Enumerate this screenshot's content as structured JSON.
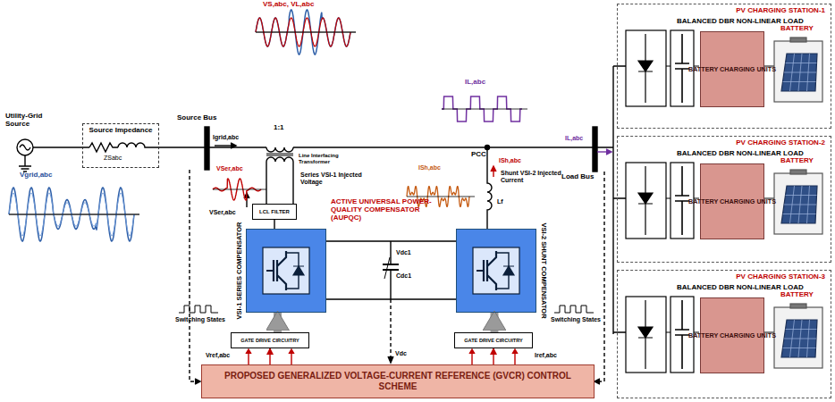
{
  "diagram": {
    "nodes": [
      {
        "text": [
          "Source Impedance"
        ]
      },
      {
        "text": [
          "LCL FILTER"
        ]
      },
      {
        "text": [
          "VSI-1 SERIES COMPENSATOR"
        ]
      },
      {
        "text": [
          "VSI-2 SHUNT COMPENSATOR"
        ]
      },
      {
        "text": [
          "GATE DRIVE CIRCUITRY"
        ]
      },
      {
        "text": [
          "GATE DRIVE CIRCUITRY"
        ]
      },
      {
        "text": [
          "PROPOSED GENERALIZED VOLTAGE-CURRENT REFERENCE (GVCR) CONTROL SCHEME"
        ]
      },
      {
        "text": [
          "PV CHARGING STATION-1",
          "BALANCED DBR NON-LINEAR LOAD"
        ]
      },
      {
        "text": [
          "BATTERY CHARGING UNITS"
        ],
        "in": 7
      },
      {
        "text": [
          "PV CHARGING STATION-2",
          "BALANCED DBR NON-LINEAR LOAD"
        ]
      },
      {
        "text": [
          "BATTERY CHARGING UNITS"
        ],
        "in": 9
      },
      {
        "text": [
          "PV CHARGING STATION-3",
          "BALANCED DBR NON-LINEAR LOAD"
        ]
      },
      {
        "text": [
          "BATTERY CHARGING UNITS"
        ],
        "in": 11
      }
    ],
    "edges": [
      {
        "from": 4,
        "to": 2,
        "arrow": "to"
      },
      {
        "from": 5,
        "to": 3,
        "arrow": "to"
      },
      {
        "from": 6,
        "to": 4,
        "arrow": "to"
      },
      {
        "from": 6,
        "to": 5,
        "arrow": "to"
      },
      {
        "from": 1,
        "to": 2,
        "arrow": "none"
      }
    ],
    "labels": [
      "Utility-Grid Source",
      "Vgrid,abc",
      "ZSabc",
      "Source Bus",
      "Igrid,abc",
      "VS,abc, VL,abc",
      "1:1",
      "Line Interfacing Transformer",
      "VSer,abc",
      "VSer,abc",
      "Series VSI-1 Injected Voltage",
      "ACTIVE UNIVERSAL POWER-QUALITY COMPENSATOR (AUPQC)",
      "IL,abc",
      "PCC",
      "ISh,abc",
      "ISh,abc",
      "Shunt VSI-2 Injected Current",
      "Lf",
      "Load Bus",
      "IL,abc",
      "Vdc1",
      "Cdc1",
      "Switching States",
      "Switching States",
      "Vref,abc",
      "Vdc",
      "Iref,abc",
      "BATTERY",
      "BATTERY",
      "BATTERY"
    ]
  }
}
